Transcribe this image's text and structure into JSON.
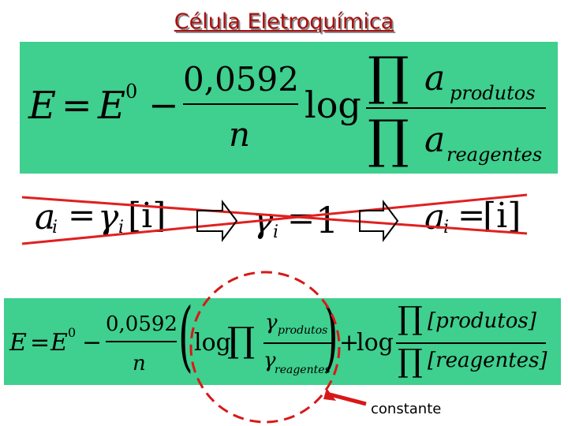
{
  "title": "Célula Eletroquímica",
  "eq1": {
    "E": "E",
    "equals": "=",
    "E0": "E",
    "sup0": "0",
    "minus": "−",
    "num": "0,0592",
    "den": "n",
    "log": "log",
    "prod": "∏",
    "a": "a",
    "sub_top": "produtos",
    "sub_bot": "reagentes"
  },
  "eq_mid": {
    "a1": "a",
    "i1": "i",
    "eq1": "=",
    "gamma1": "γ",
    "i2": "i",
    "bracket1": "[i]",
    "gamma2": "γ",
    "i3": "i",
    "eq2": "=",
    "one": "1",
    "a2": "a",
    "i4": "i",
    "eq3": "=",
    "bracket2": "[i]"
  },
  "eq2": {
    "E": "E",
    "equals": "=",
    "E0": "E",
    "sup0": "0",
    "minus": "−",
    "num": "0,0592",
    "den": "n",
    "log1": "log",
    "prod1": "∏",
    "gamma_top": "γ",
    "sub_top": "produtos",
    "gamma_bot": "γ",
    "sub_bot": "reagentes",
    "plus": "+",
    "log2": "log",
    "prod2": "∏",
    "br_top": "[produtos]",
    "prod3": "∏",
    "br_bot": "[reagentes]",
    "lparen": "(",
    "rparen": ")"
  },
  "annotation": "constante",
  "colors": {
    "title": "#a81010",
    "box": "#3fcf8e",
    "cross": "#e02020",
    "circle": "#d81818",
    "arrow": "#000000"
  }
}
